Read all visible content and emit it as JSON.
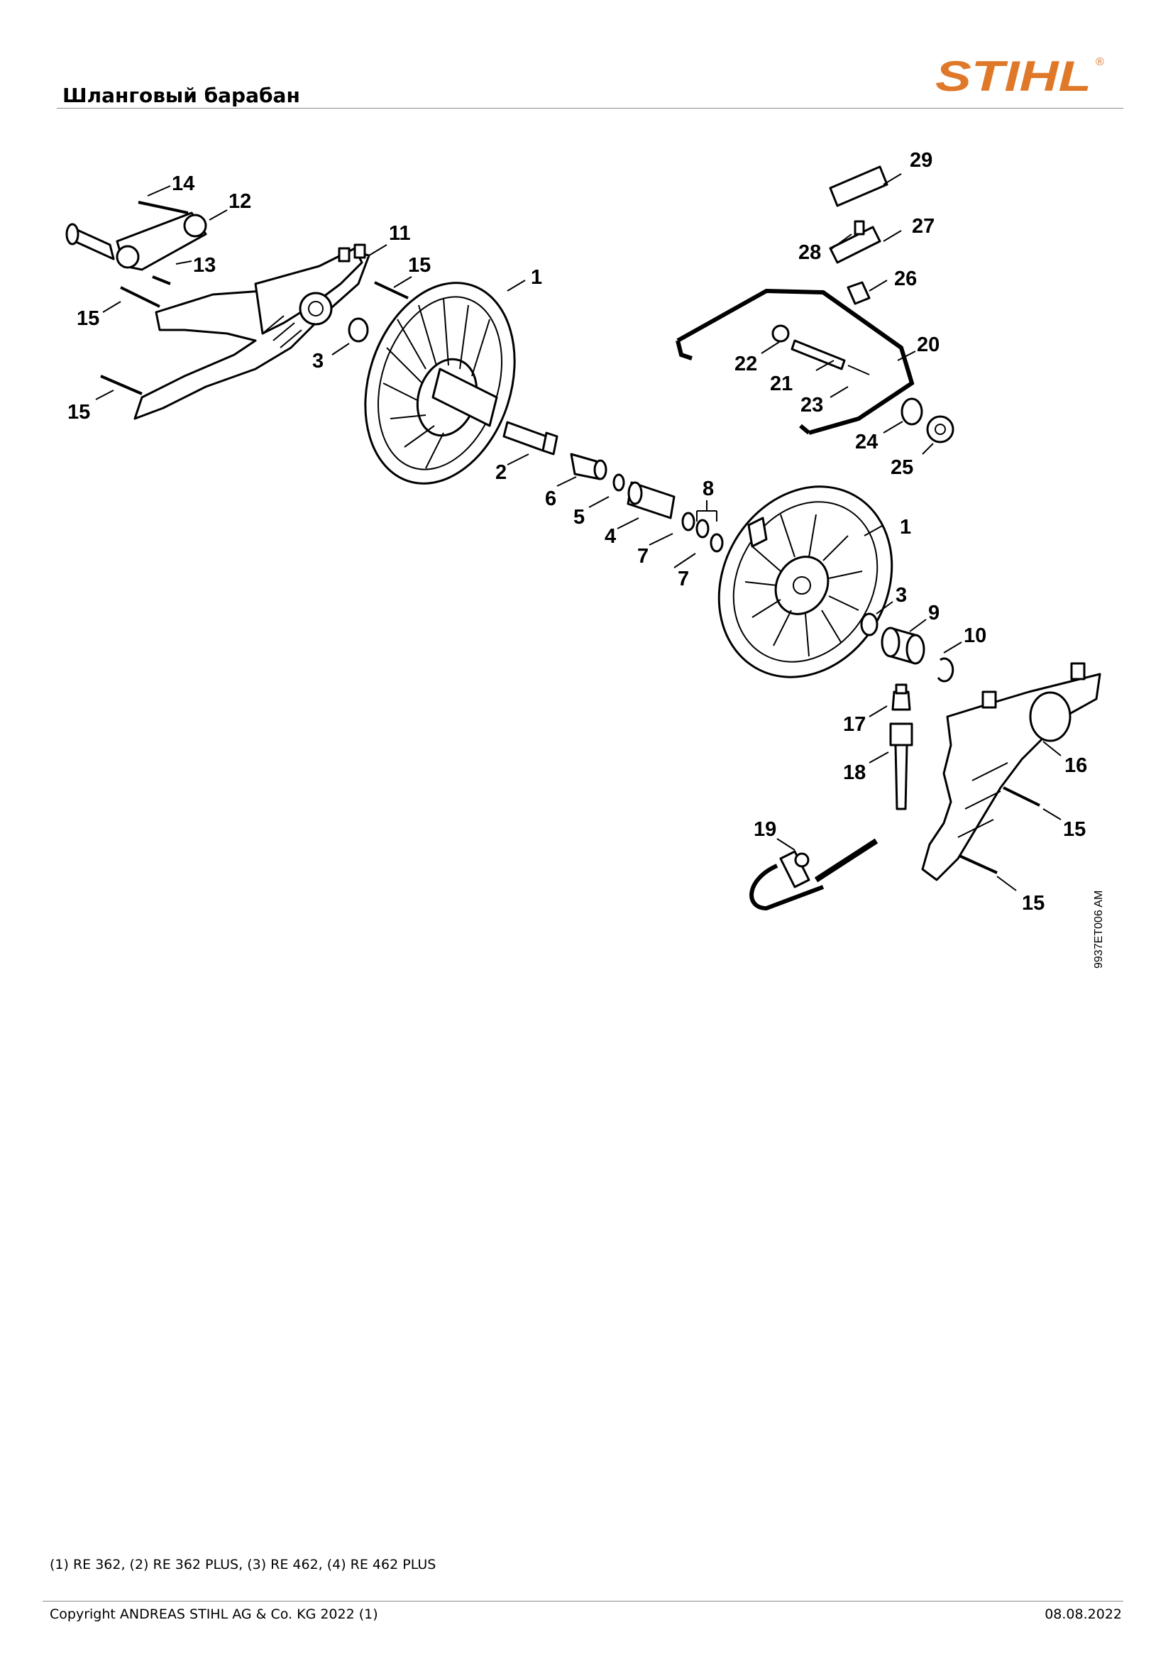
{
  "header": {
    "title": "Шланговый барабан"
  },
  "logo": {
    "text": "STIHL",
    "registered": "®",
    "color": "#E0782A"
  },
  "diagram": {
    "drawing_id": "9937ET006 AM",
    "callouts": [
      "1",
      "1",
      "2",
      "3",
      "3",
      "4",
      "5",
      "6",
      "7",
      "7",
      "8",
      "9",
      "10",
      "11",
      "12",
      "13",
      "14",
      "15",
      "15",
      "15",
      "15",
      "15",
      "16",
      "17",
      "18",
      "19",
      "20",
      "21",
      "22",
      "23",
      "24",
      "25",
      "26",
      "27",
      "28",
      "29"
    ]
  },
  "footer": {
    "models_note": "(1) RE 362, (2) RE 362 PLUS, (3) RE 462, (4) RE 462 PLUS",
    "copyright": "Copyright ANDREAS STIHL AG & Co. KG 2022 (1)",
    "date": "08.08.2022"
  }
}
